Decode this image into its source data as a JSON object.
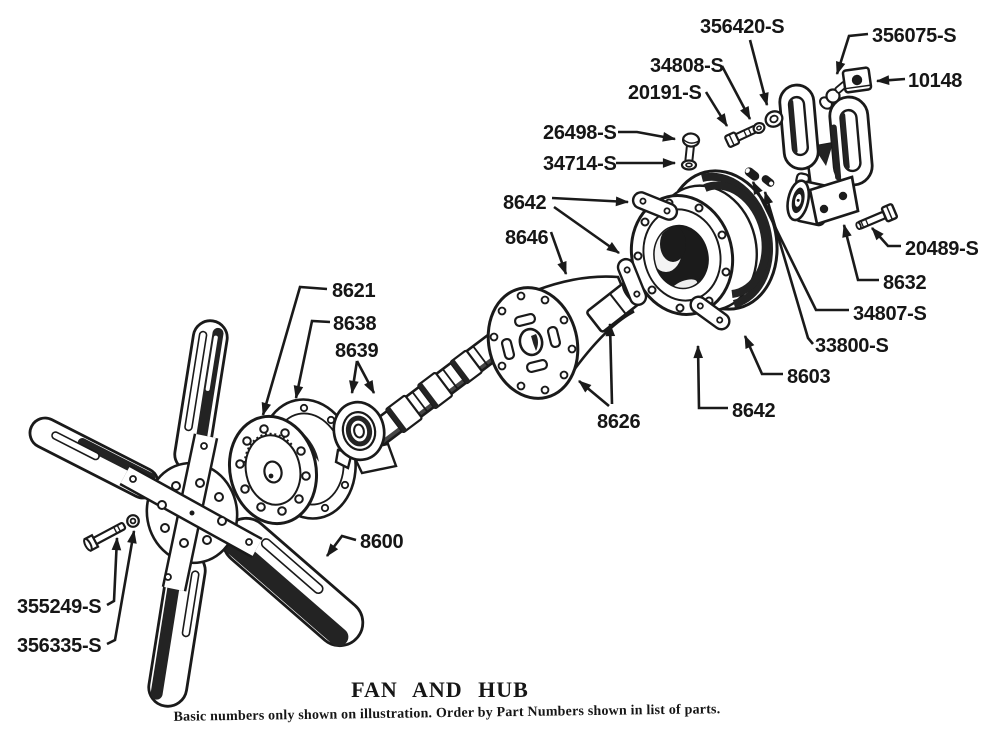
{
  "colors": {
    "ink": "#1a1a1a",
    "paper": "#ffffff",
    "shade": "#232323"
  },
  "caption": {
    "title": "FAN AND HUB",
    "note": "Basic numbers only shown on illustration.  Order by Part Numbers shown in list of parts."
  },
  "labels": {
    "l356420s": "356420-S",
    "l34808s": "34808-S",
    "l20191s": "20191-S",
    "l356075s": "356075-S",
    "l10148": "10148",
    "l26498s": "26498-S",
    "l34714s": "34714-S",
    "l8642a": "8642",
    "l8646": "8646",
    "l8621": "8621",
    "l8638": "8638",
    "l8639": "8639",
    "l20489s": "20489-S",
    "l8632": "8632",
    "l34807s": "34807-S",
    "l33800s": "33800-S",
    "l8603": "8603",
    "l8642b": "8642",
    "l8626": "8626",
    "l8600": "8600",
    "l355249s": "355249-S",
    "l356335s": "356335-S"
  }
}
